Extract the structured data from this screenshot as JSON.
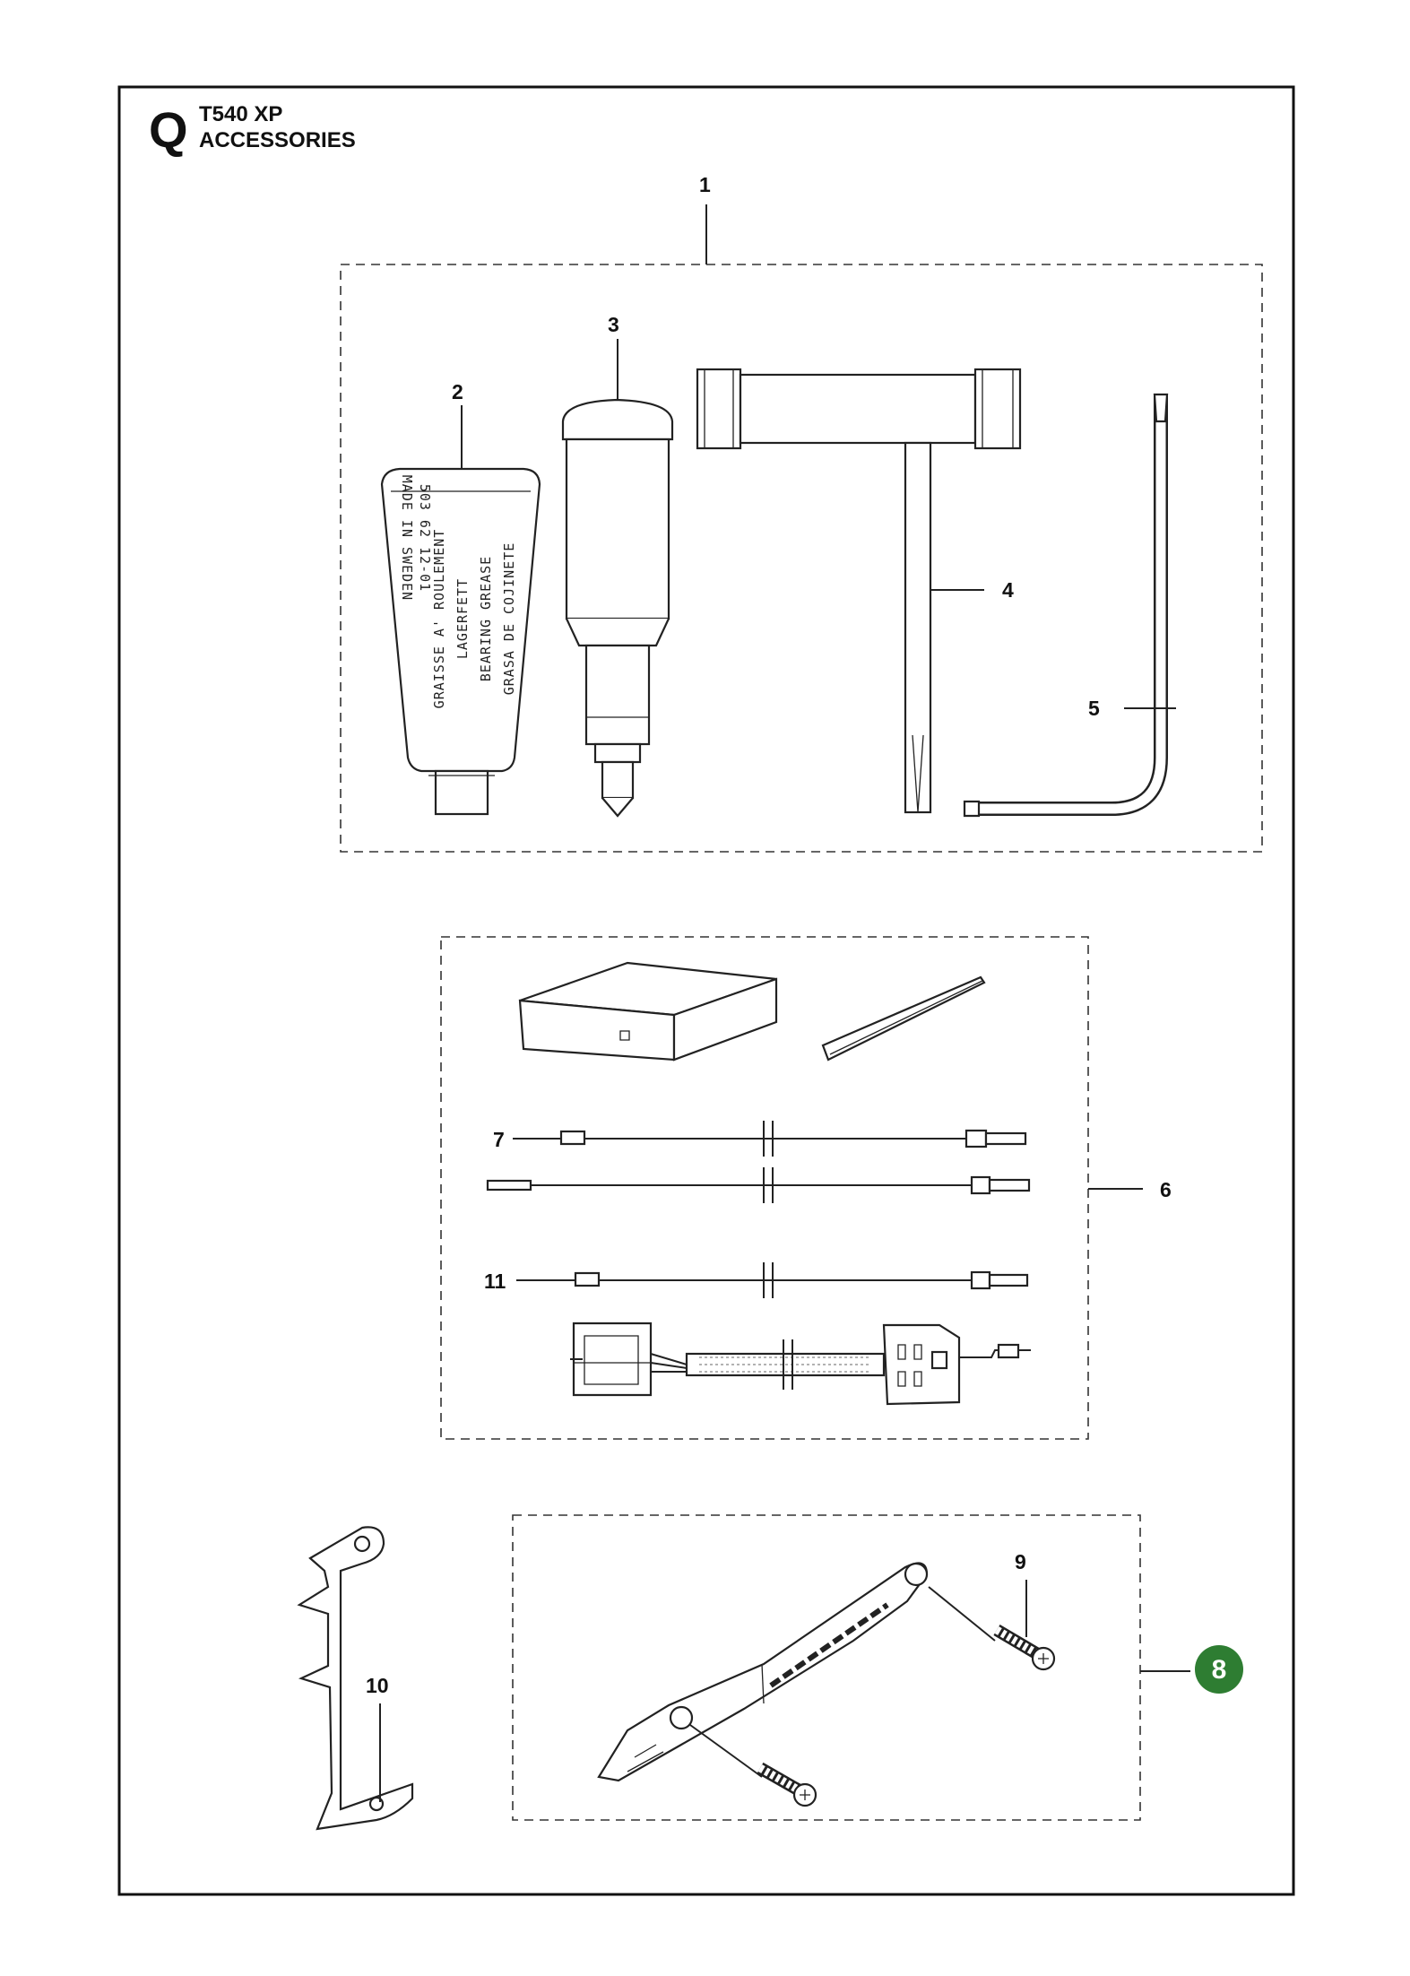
{
  "header": {
    "letter": "Q",
    "model": "T540 XP",
    "section": "ACCESSORIES"
  },
  "tube_print": {
    "made_in": "MADE IN SWEDEN",
    "part_no": "503 62 12-01",
    "line_fr": "GRAISSE A' ROULEMENT",
    "line_sv": "LAGERFETT",
    "line_en": "BEARING GREASE",
    "line_es": "GRASA DE COJINETE"
  },
  "callouts": {
    "c1": "1",
    "c2": "2",
    "c3": "3",
    "c4": "4",
    "c5": "5",
    "c6": "6",
    "c7": "7",
    "c8": "8",
    "c9": "9",
    "c10": "10",
    "c11": "11"
  },
  "colors": {
    "highlight_badge": "#2e7d32",
    "line": "#222222",
    "background": "#ffffff"
  }
}
